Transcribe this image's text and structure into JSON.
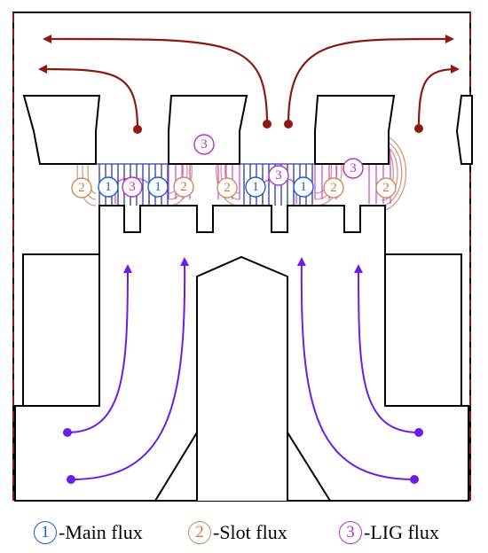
{
  "labels": {
    "main": "1",
    "slot": "2",
    "lig": "3"
  },
  "legend": {
    "main_text": "-Main flux",
    "slot_text": "-Slot flux",
    "lig_text": "-LIG flux"
  },
  "colors": {
    "main": "#1d5fd6",
    "slot": "#d08a5a",
    "lig": "#b534c8",
    "red_arrows": "#8b1a12",
    "violet_arrows": "#6a1ee8"
  }
}
